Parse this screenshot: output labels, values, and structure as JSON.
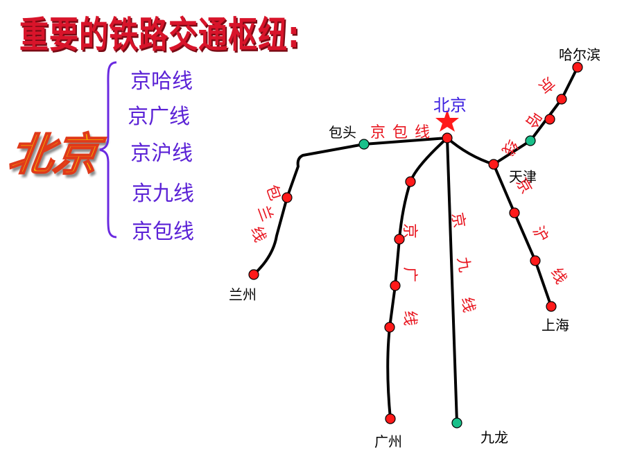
{
  "title": "重要的铁路交通枢纽:",
  "hub_city": "北京",
  "lines": [
    "京哈线",
    "京广线",
    "京沪线",
    "京九线",
    "京包线"
  ],
  "map": {
    "beijing_label": "北京",
    "cities": {
      "harbin": "哈尔滨",
      "tianjin": "天津",
      "shanghai": "上海",
      "baotou": "包头",
      "lanzhou": "兰州",
      "guangzhou": "广州",
      "jiulong": "九龙"
    },
    "rail_labels": {
      "jingbao": [
        "京",
        "包",
        "线"
      ],
      "baolan": [
        "包",
        "兰",
        "线"
      ],
      "jingha": [
        "京",
        "哈",
        "线"
      ],
      "jinghu": [
        "京",
        "沪",
        "线"
      ],
      "jingguang": [
        "京",
        "广",
        "线"
      ],
      "jingjiu": [
        "京",
        "九",
        "线"
      ]
    }
  },
  "colors": {
    "title": "#d8142a",
    "line_items": "#5b22d6",
    "rail_label": "#e8141e",
    "station_red": "#ff1a1a",
    "station_green": "#19c08a",
    "track": "#000000",
    "star": "#ff1a1a"
  }
}
